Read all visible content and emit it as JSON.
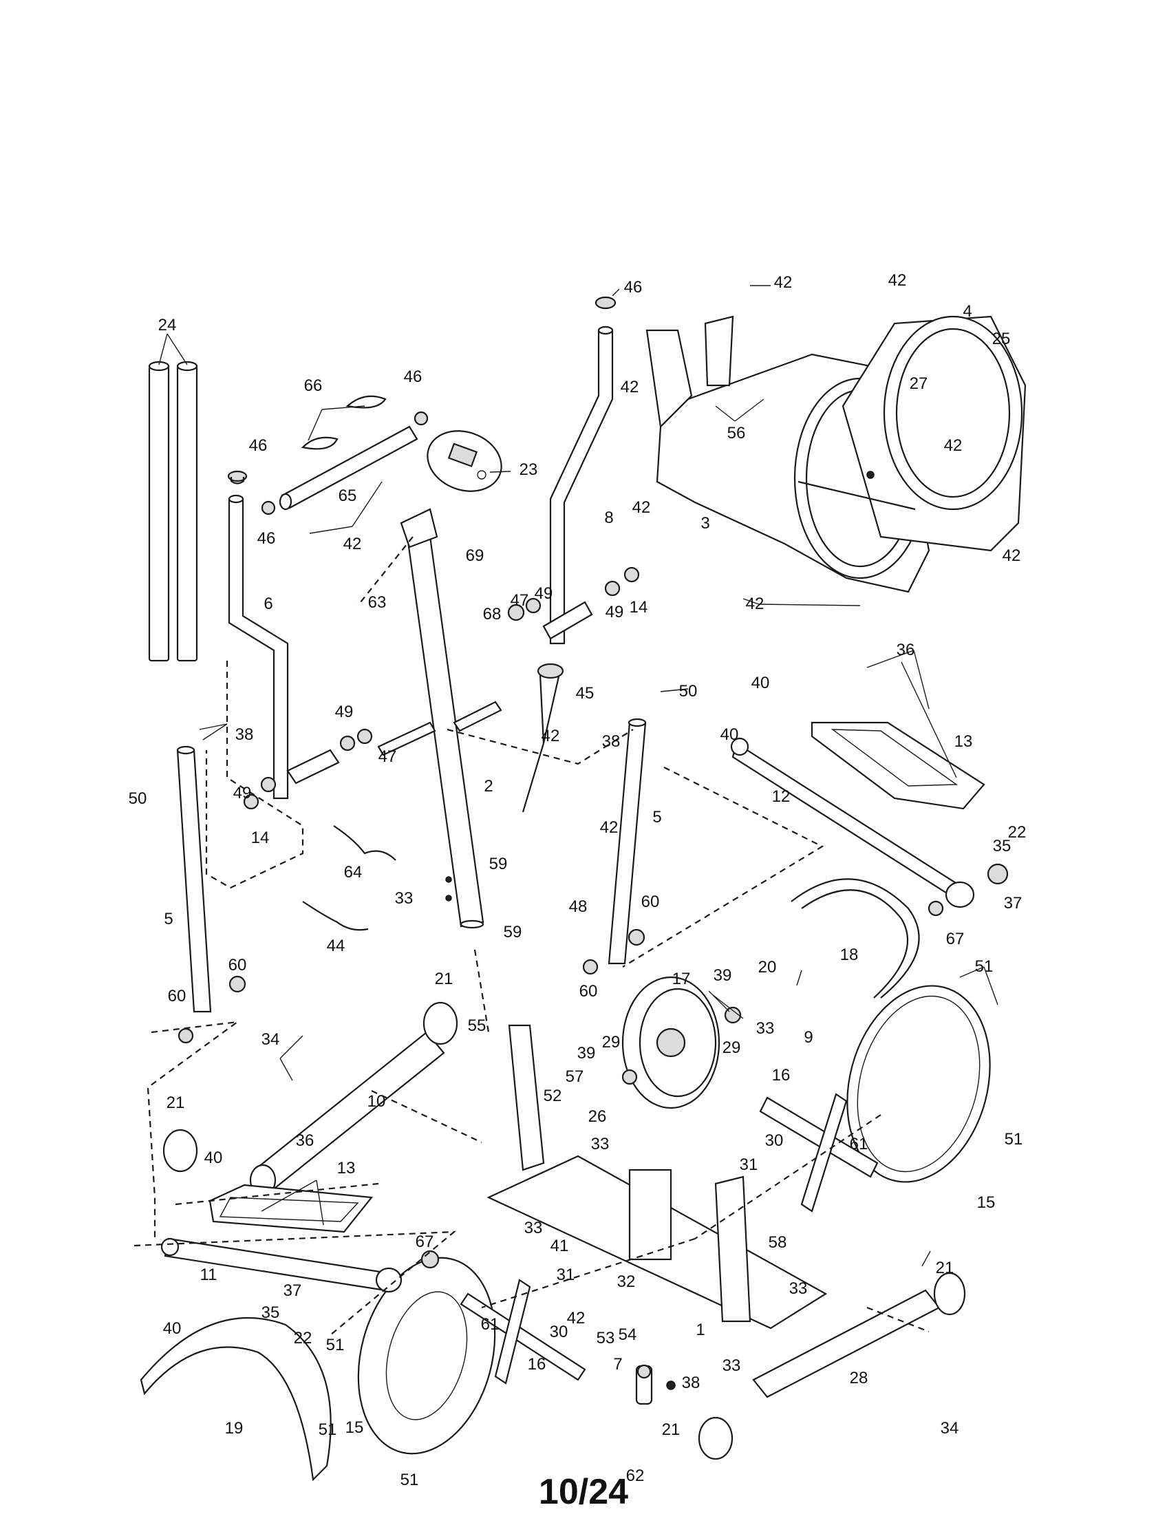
{
  "page_number": "10/24",
  "callouts": [
    {
      "id": "c24",
      "text": "24"
    },
    {
      "id": "c66",
      "text": "66"
    },
    {
      "id": "c46a",
      "text": "46"
    },
    {
      "id": "c46b",
      "text": "46"
    },
    {
      "id": "c46c",
      "text": "46"
    },
    {
      "id": "c46d",
      "text": "46"
    },
    {
      "id": "c65",
      "text": "65"
    },
    {
      "id": "c42a",
      "text": "42"
    },
    {
      "id": "c23",
      "text": "23"
    },
    {
      "id": "c63",
      "text": "63"
    },
    {
      "id": "c6",
      "text": "6"
    },
    {
      "id": "c69",
      "text": "69"
    },
    {
      "id": "c68",
      "text": "68"
    },
    {
      "id": "c8",
      "text": "8"
    },
    {
      "id": "c47a",
      "text": "47"
    },
    {
      "id": "c49a",
      "text": "49"
    },
    {
      "id": "c49b",
      "text": "49"
    },
    {
      "id": "c14a",
      "text": "14"
    },
    {
      "id": "c42b",
      "text": "42"
    },
    {
      "id": "c42c",
      "text": "42"
    },
    {
      "id": "c4",
      "text": "4"
    },
    {
      "id": "c25",
      "text": "25"
    },
    {
      "id": "c42d",
      "text": "42"
    },
    {
      "id": "c56",
      "text": "56"
    },
    {
      "id": "c27",
      "text": "27"
    },
    {
      "id": "c42e",
      "text": "42"
    },
    {
      "id": "c42f",
      "text": "42"
    },
    {
      "id": "c3",
      "text": "3"
    },
    {
      "id": "c42g",
      "text": "42"
    },
    {
      "id": "c42h",
      "text": "42"
    },
    {
      "id": "c42i",
      "text": "42"
    },
    {
      "id": "c36a",
      "text": "36"
    },
    {
      "id": "c40a",
      "text": "40"
    },
    {
      "id": "c40b",
      "text": "40"
    },
    {
      "id": "c13a",
      "text": "13"
    },
    {
      "id": "c12",
      "text": "12"
    },
    {
      "id": "c45",
      "text": "45"
    },
    {
      "id": "c50a",
      "text": "50"
    },
    {
      "id": "c38a",
      "text": "38"
    },
    {
      "id": "c42j",
      "text": "42"
    },
    {
      "id": "c38b",
      "text": "38"
    },
    {
      "id": "c49c",
      "text": "49"
    },
    {
      "id": "c47b",
      "text": "47"
    },
    {
      "id": "c49d",
      "text": "49"
    },
    {
      "id": "c50b",
      "text": "50"
    },
    {
      "id": "c14b",
      "text": "14"
    },
    {
      "id": "c2",
      "text": "2"
    },
    {
      "id": "c5a",
      "text": "5"
    },
    {
      "id": "c64",
      "text": "64"
    },
    {
      "id": "c22a",
      "text": "22"
    },
    {
      "id": "c35a",
      "text": "35"
    },
    {
      "id": "c37a",
      "text": "37"
    },
    {
      "id": "c59a",
      "text": "59"
    },
    {
      "id": "c33a",
      "text": "33"
    },
    {
      "id": "c48",
      "text": "48"
    },
    {
      "id": "c59b",
      "text": "59"
    },
    {
      "id": "c60a",
      "text": "60"
    },
    {
      "id": "c44",
      "text": "44"
    },
    {
      "id": "c67a",
      "text": "67"
    },
    {
      "id": "c5b",
      "text": "5"
    },
    {
      "id": "c18",
      "text": "18"
    },
    {
      "id": "c60b",
      "text": "60"
    },
    {
      "id": "c60c",
      "text": "60"
    },
    {
      "id": "c21a",
      "text": "21"
    },
    {
      "id": "c60d",
      "text": "60"
    },
    {
      "id": "c17",
      "text": "17"
    },
    {
      "id": "c39a",
      "text": "39"
    },
    {
      "id": "c20",
      "text": "20"
    },
    {
      "id": "c51a",
      "text": "51"
    },
    {
      "id": "c55",
      "text": "55"
    },
    {
      "id": "c33b",
      "text": "33"
    },
    {
      "id": "c9",
      "text": "9"
    },
    {
      "id": "c34a",
      "text": "34"
    },
    {
      "id": "c29a",
      "text": "29"
    },
    {
      "id": "c39b",
      "text": "39"
    },
    {
      "id": "c29b",
      "text": "29"
    },
    {
      "id": "c57",
      "text": "57"
    },
    {
      "id": "c10",
      "text": "10"
    },
    {
      "id": "c16a",
      "text": "16"
    },
    {
      "id": "c51b",
      "text": "51"
    },
    {
      "id": "c52",
      "text": "52"
    },
    {
      "id": "c26",
      "text": "26"
    },
    {
      "id": "c21b",
      "text": "21"
    },
    {
      "id": "c36b",
      "text": "36"
    },
    {
      "id": "c33c",
      "text": "33"
    },
    {
      "id": "c30a",
      "text": "30"
    },
    {
      "id": "c61a",
      "text": "61"
    },
    {
      "id": "c40c",
      "text": "40"
    },
    {
      "id": "c13b",
      "text": "13"
    },
    {
      "id": "c31a",
      "text": "31"
    },
    {
      "id": "c15a",
      "text": "15"
    },
    {
      "id": "c33d",
      "text": "33"
    },
    {
      "id": "c67b",
      "text": "67"
    },
    {
      "id": "c58",
      "text": "58"
    },
    {
      "id": "c41",
      "text": "41"
    },
    {
      "id": "c11",
      "text": "11"
    },
    {
      "id": "c21c",
      "text": "21"
    },
    {
      "id": "c31b",
      "text": "31"
    },
    {
      "id": "c32",
      "text": "32"
    },
    {
      "id": "c37b",
      "text": "37"
    },
    {
      "id": "c33e",
      "text": "33"
    },
    {
      "id": "c42k",
      "text": "42"
    },
    {
      "id": "c35b",
      "text": "35"
    },
    {
      "id": "c40d",
      "text": "40"
    },
    {
      "id": "c30b",
      "text": "30"
    },
    {
      "id": "c54",
      "text": "54"
    },
    {
      "id": "c53",
      "text": "53"
    },
    {
      "id": "c1",
      "text": "1"
    },
    {
      "id": "c22b",
      "text": "22"
    },
    {
      "id": "c61b",
      "text": "61"
    },
    {
      "id": "c51c",
      "text": "51"
    },
    {
      "id": "c33f",
      "text": "33"
    },
    {
      "id": "c16b",
      "text": "16"
    },
    {
      "id": "c7",
      "text": "7"
    },
    {
      "id": "c38c",
      "text": "38"
    },
    {
      "id": "c28",
      "text": "28"
    },
    {
      "id": "c15b",
      "text": "15"
    },
    {
      "id": "c19",
      "text": "19"
    },
    {
      "id": "c51d",
      "text": "51"
    },
    {
      "id": "c21d",
      "text": "21"
    },
    {
      "id": "c34b",
      "text": "34"
    },
    {
      "id": "c62",
      "text": "62"
    },
    {
      "id": "c51e",
      "text": "51"
    }
  ]
}
